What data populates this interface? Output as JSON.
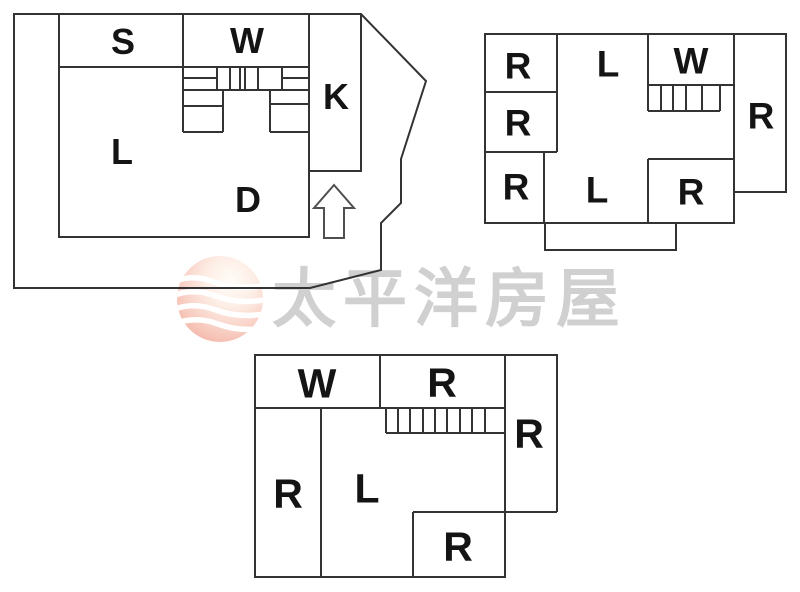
{
  "canvas": {
    "background_color": "#ffffff",
    "wall_color": "#333333",
    "label_color": "#141414"
  },
  "watermark": {
    "brand_text": "太平洋房屋",
    "text_color": "#d0d0d0",
    "logo_icon": "pacific-sphere-logo",
    "logo_colors": {
      "pink": "#f0a294",
      "highlight": "#fffdf8",
      "stripe": "#ffffff"
    }
  },
  "plans": [
    {
      "name": "upper-left-floor-plan",
      "rooms": [
        {
          "label": "S"
        },
        {
          "label": "W"
        },
        {
          "label": "K"
        },
        {
          "label": "L"
        },
        {
          "label": "D"
        }
      ],
      "icons": {
        "entrance_arrow": "block-arrow-up"
      },
      "features": [
        "staircase"
      ]
    },
    {
      "name": "upper-right-floor-plan",
      "rooms": [
        {
          "label": "R"
        },
        {
          "label": "L"
        },
        {
          "label": "W"
        },
        {
          "label": "R"
        },
        {
          "label": "R"
        },
        {
          "label": "R"
        },
        {
          "label": "L"
        },
        {
          "label": "R"
        }
      ],
      "features": [
        "staircase",
        "balcony"
      ]
    },
    {
      "name": "lower-floor-plan",
      "rooms": [
        {
          "label": "W"
        },
        {
          "label": "R"
        },
        {
          "label": "R"
        },
        {
          "label": "L"
        },
        {
          "label": "R"
        },
        {
          "label": "R"
        }
      ],
      "features": [
        "staircase"
      ]
    }
  ]
}
